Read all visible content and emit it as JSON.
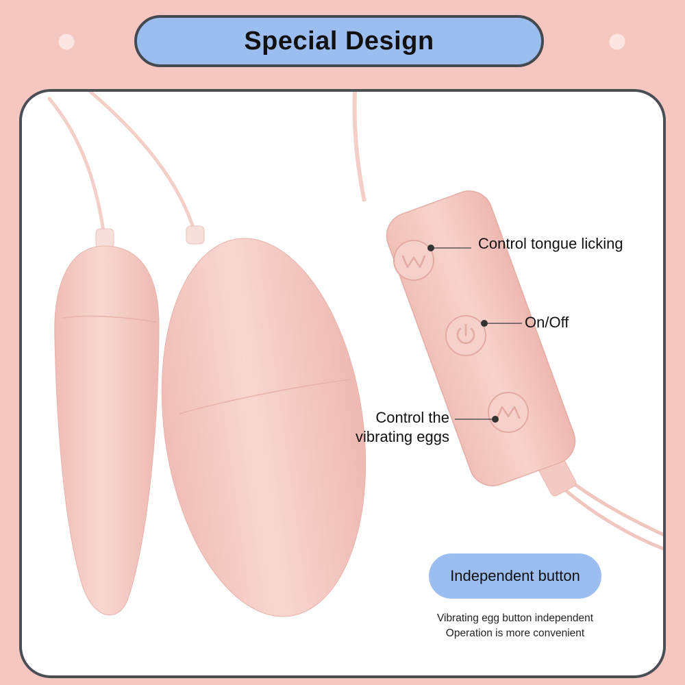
{
  "header": {
    "title": "Special Design"
  },
  "product": {
    "callouts": {
      "tongue": "Control tongue licking",
      "power": "On/Off",
      "eggs_line1": "Control the",
      "eggs_line2": "vibrating eggs"
    },
    "button_icons": [
      "w-wave-icon",
      "power-icon",
      "m-wave-icon"
    ]
  },
  "feature": {
    "pill_label": "Independent button",
    "desc_line1": "Vibrating egg button independent",
    "desc_line2": "Operation is more convenient"
  },
  "colors": {
    "background": "#f6c7c0",
    "accent_blue": "#9cbdf0",
    "border": "#444a52",
    "product_pink": "#f4cdc7"
  }
}
